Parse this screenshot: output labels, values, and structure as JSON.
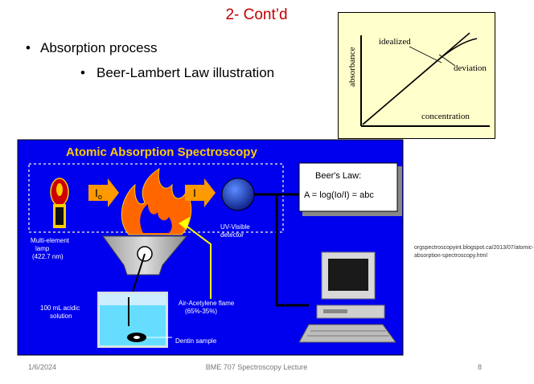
{
  "slide": {
    "title": "2- Cont’d",
    "bullets": [
      "Absorption process",
      "Beer-Lambert Law illustration"
    ]
  },
  "beer_lambert_graph": {
    "ylabel": "absorbance",
    "xlabel": "concentration",
    "labels": {
      "idealized": "idealized",
      "deviation": "deviation"
    },
    "background": "#ffffcc"
  },
  "aas_diagram": {
    "title": "Atomic Absorption Spectroscopy",
    "lamp_label": [
      "Multi-element",
      "lamp",
      "(422.7 nm)"
    ],
    "incident_symbol": "I",
    "incident_subscript": "o",
    "transmitted_symbol": "I",
    "detector_label": [
      "UV-Visible",
      "detector"
    ],
    "law_title": "Beer's Law:",
    "law_formula": "A = log(Io/I) = abc",
    "flame_label": [
      "Air-Acetylene flame",
      "(65%-35%)"
    ],
    "solution_label": [
      "100 mL acidic",
      "solution"
    ],
    "sample_label": "Dentin sample",
    "colors": {
      "background": "#0000ee",
      "title": "#ffcc00",
      "arrow": "#ff9900",
      "flame": "#ff6600"
    }
  },
  "citation": "orgspectroscopyint.blogspot.ca/2013/07/atomic-absorption-spectroscopy.html",
  "footer": {
    "date": "1/6/2024",
    "center": "BME 707 Spectroscopy Lecture",
    "page": "8"
  }
}
